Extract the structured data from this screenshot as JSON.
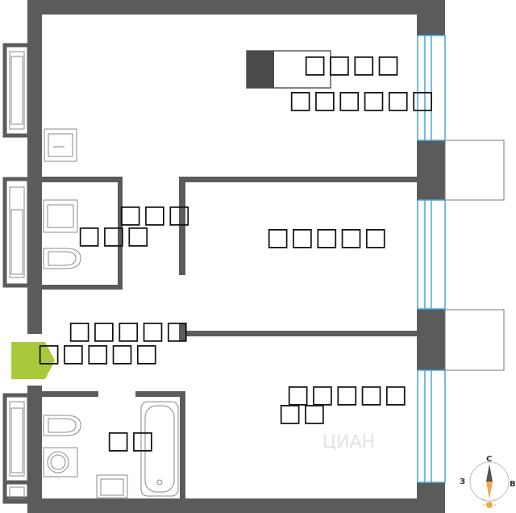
{
  "rooms": {
    "top_room_line1": "□□□□",
    "top_room_line2": "□□□□□□",
    "middle_room": "□□□□□",
    "bottom_room": "□□□□□",
    "bottom_room_extra": "□□",
    "toilet_label": "□□□",
    "toilet_label_upper": "□□□",
    "hall_line1": "□□□□□",
    "hall_line2": "□□□□□",
    "bath_label": "□□"
  },
  "compass": {
    "north": "С",
    "east": "В",
    "west": "З"
  },
  "watermark": "ЦИАН",
  "colors": {
    "wall": "#5b5b5b",
    "window": "#4aa3e0",
    "entrance": "#a8c93a",
    "fixture": "#8a8a8a"
  }
}
